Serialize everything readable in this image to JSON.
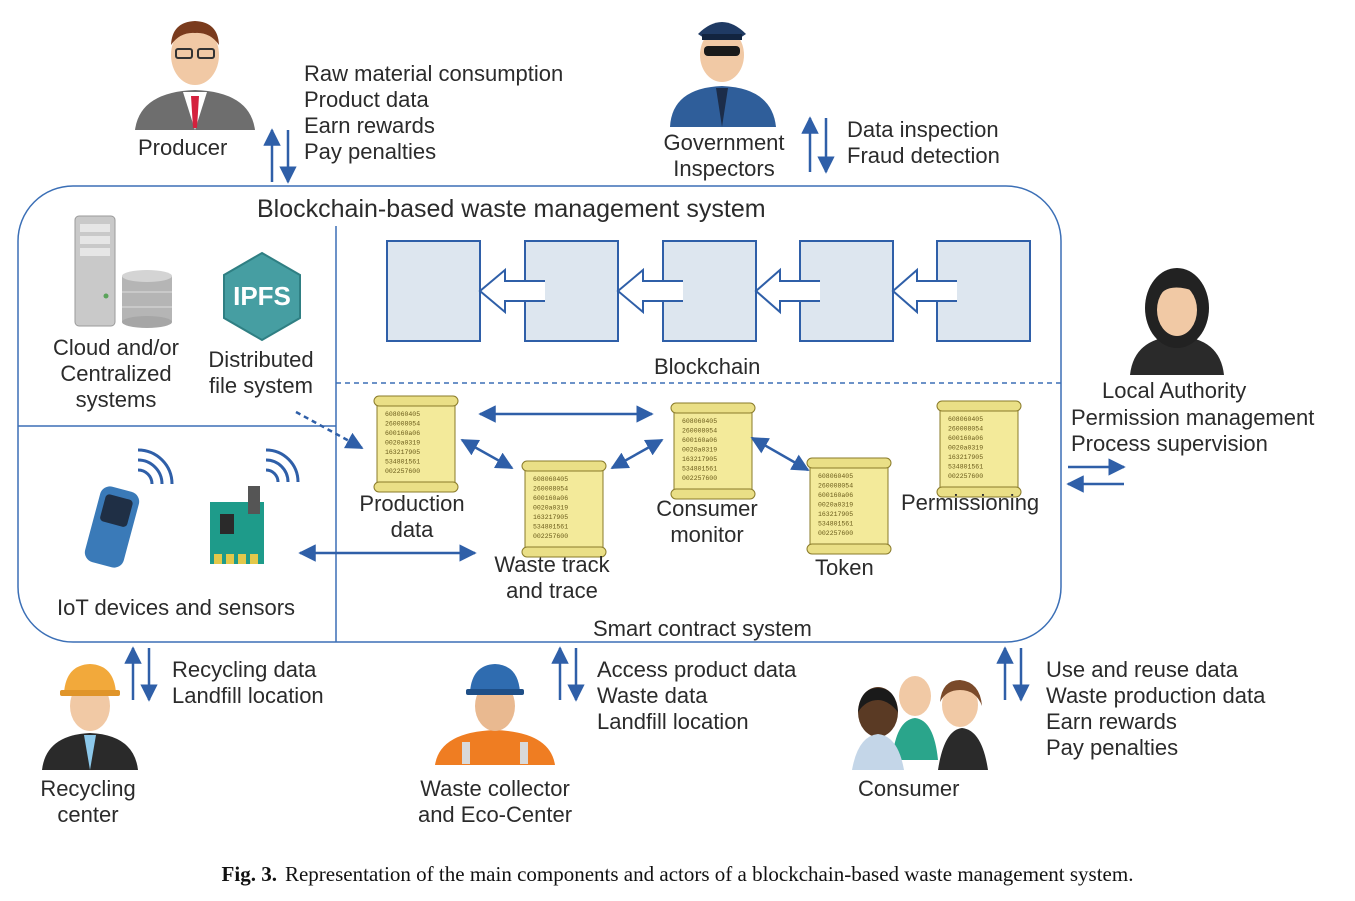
{
  "system_title": "Blockchain-based waste management system",
  "blockchain_label": "Blockchain",
  "smart_contract_label": "Smart contract system",
  "storage": {
    "cloud_label": [
      "Cloud and/or",
      "Centralized",
      "systems"
    ],
    "ipfs_logo": "IPFS",
    "dfs_label": [
      "Distributed",
      "file system"
    ]
  },
  "iot_label": "IoT devices and sensors",
  "contracts": {
    "production": [
      "Production",
      "data"
    ],
    "waste_track": [
      "Waste track",
      "and trace"
    ],
    "consumer_monitor": [
      "Consumer",
      "monitor"
    ],
    "token": "Token",
    "permissioning": "Permissioning",
    "scroll_data": [
      "608060405",
      "260008054",
      "600160a06",
      "0020a0319",
      "163217905",
      "534801561",
      "002257600"
    ]
  },
  "actors": {
    "producer": {
      "name": "Producer",
      "flows": [
        "Raw material consumption",
        "Product data",
        "Earn rewards",
        "Pay penalties"
      ]
    },
    "inspectors": {
      "name": [
        "Government",
        "Inspectors"
      ],
      "flows": [
        "Data inspection",
        "Fraud detection"
      ]
    },
    "local_authority": {
      "name": "Local Authority",
      "flows": [
        "Permission management",
        "Process supervision"
      ]
    },
    "recycling": {
      "name": [
        "Recycling",
        "center"
      ],
      "flows": [
        "Recycling data",
        "Landfill location"
      ]
    },
    "collector": {
      "name": [
        "Waste collector",
        "and Eco-Center"
      ],
      "flows": [
        "Access product data",
        "Waste data",
        "Landfill location"
      ]
    },
    "consumer": {
      "name": "Consumer",
      "flows": [
        "Use and reuse data",
        "Waste production data",
        "Earn rewards",
        "Pay penalties"
      ]
    }
  },
  "caption": {
    "label": "Fig. 3.",
    "text": "Representation of the main components and actors of a blockchain-based waste management system."
  },
  "colors": {
    "arrow": "#2f5fa8",
    "block_fill": "#dde6ef",
    "block_stroke": "#2f5fa8",
    "scroll_fill": "#f3ea9a",
    "frame": "#3b6fb6"
  }
}
